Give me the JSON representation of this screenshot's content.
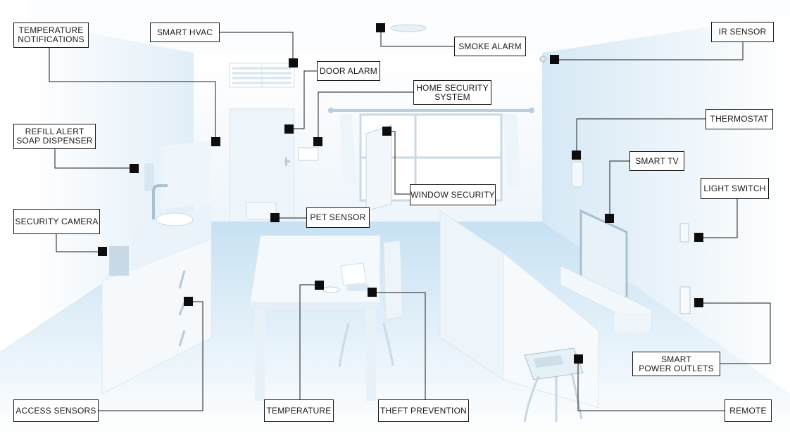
{
  "diagram": {
    "callouts": [
      {
        "id": "temperature-notifications",
        "text": "TEMPERATURE\nNOTIFICATIONS"
      },
      {
        "id": "smart-hvac",
        "text": "SMART HVAC"
      },
      {
        "id": "door-alarm",
        "text": "DOOR ALARM"
      },
      {
        "id": "smoke-alarm",
        "text": "SMOKE ALARM"
      },
      {
        "id": "ir-sensor",
        "text": "IR SENSOR"
      },
      {
        "id": "home-security-system",
        "text": "HOME SECURITY\nSYSTEM"
      },
      {
        "id": "refill-alert-soap-dispenser",
        "text": "REFILL ALERT\nSOAP DISPENSER"
      },
      {
        "id": "thermostat",
        "text": "THERMOSTAT"
      },
      {
        "id": "smart-tv",
        "text": "SMART TV"
      },
      {
        "id": "window-security",
        "text": "WINDOW SECURITY"
      },
      {
        "id": "light-switch",
        "text": "LIGHT SWITCH"
      },
      {
        "id": "security-camera",
        "text": "SECURITY CAMERA"
      },
      {
        "id": "pet-sensor",
        "text": "PET SENSOR"
      },
      {
        "id": "smart-power-outlets",
        "text": "SMART\nPOWER OUTLETS"
      },
      {
        "id": "access-sensors",
        "text": "ACCESS SENSORS"
      },
      {
        "id": "temperature",
        "text": "TEMPERATURE"
      },
      {
        "id": "theft-prevention",
        "text": "THEFT PREVENTION"
      },
      {
        "id": "remote",
        "text": "REMOTE"
      }
    ],
    "colors": {
      "line": "#1a1a1a",
      "marker": "#0d0d0d",
      "wall": "#e6f1f9",
      "floor": "#d3e8f6",
      "furniture": "#f2f8fc"
    }
  }
}
